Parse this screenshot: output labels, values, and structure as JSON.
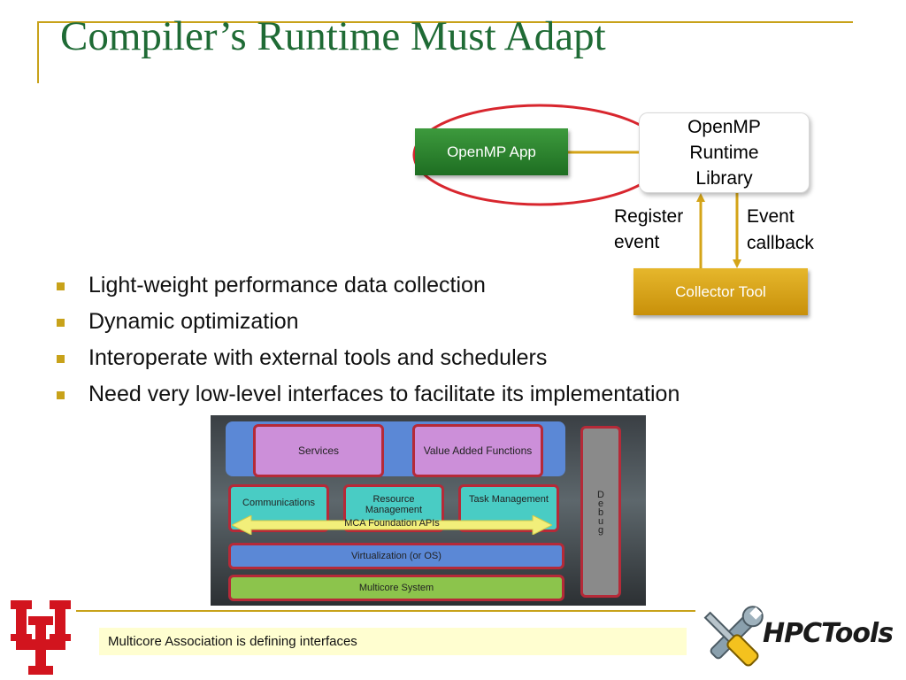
{
  "slide": {
    "title": "Compiler’s Runtime Must Adapt",
    "bullets": [
      "Light-weight performance data collection",
      "Dynamic optimization",
      "Interoperate with external tools and schedulers",
      "Need very low-level interfaces to facilitate its implementation"
    ],
    "caption": "Multicore Association is defining interfaces"
  },
  "diagram": {
    "app_label": "OpenMP App",
    "library_lines": [
      "OpenMP",
      "Runtime",
      "Library"
    ],
    "collector_label": "Collector Tool",
    "register_label": "Register event",
    "event_lines": [
      "Event",
      "callback"
    ]
  },
  "mca_stack": {
    "services": "Services",
    "value_added_functions": "Value Added Functions",
    "communications": "Communications",
    "resource_management": "Resource Management",
    "task_management": "Task Management",
    "foundation_apis": "MCA Foundation APIs",
    "virtualization": "Virtualization (or OS)",
    "multicore_system": "Multicore System",
    "debug_letters": [
      "D",
      "e",
      "b",
      "u",
      "g"
    ]
  },
  "logos": {
    "hpc_text": "HPCTools",
    "uh_logo": "uh-interlock-logo-icon",
    "hpc_icon": "wrench-screwdriver-icon"
  },
  "colors": {
    "title_green": "#1f6b35",
    "accent_gold": "#c8a21a",
    "ellipse_red": "#d8262e",
    "uh_red": "#d2141e"
  }
}
